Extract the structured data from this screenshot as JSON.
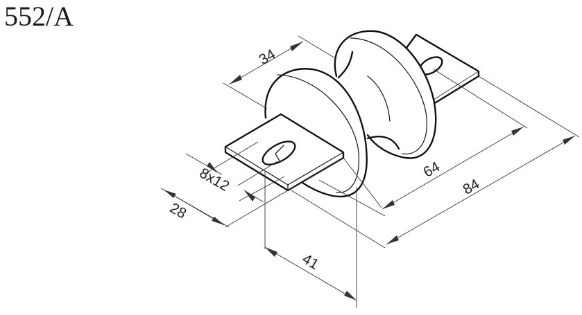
{
  "title": "552/A",
  "dimensions": {
    "flange_spacing": "34",
    "slot_size": "8x12",
    "tab_width": "28",
    "tab_offset": "41",
    "body_length": "64",
    "overall_length": "84"
  },
  "colors": {
    "line": "#111111",
    "background": "#ffffff"
  }
}
